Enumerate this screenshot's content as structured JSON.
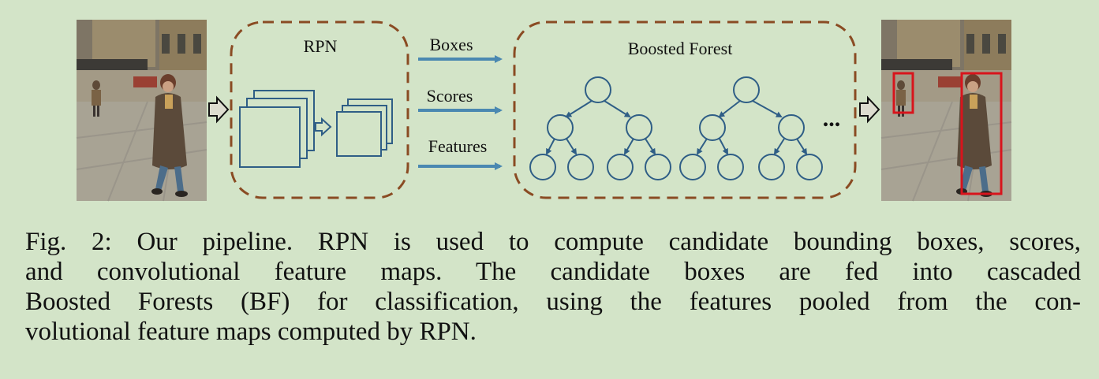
{
  "diagram": {
    "rpn_label": "RPN",
    "forest_label": "Boosted Forest",
    "arrow_labels": [
      "Boxes",
      "Scores",
      "Features"
    ],
    "ellipsis": "...",
    "colors": {
      "background": "#d3e4c8",
      "dashed_box": "#8a4b23",
      "network": "#2f5e86",
      "arrow": "#4a88b1",
      "detection_box": "#d8141c"
    },
    "input_image": "street-scene-woman-walking",
    "output_image": "street-scene-with-two-detections"
  },
  "caption": {
    "lines": [
      "Fig. 2: Our pipeline. RPN is used to compute candidate bounding boxes, scores,",
      "and convolutional feature maps. The candidate boxes are fed into cascaded",
      "Boosted Forests (BF) for classification, using the features pooled from the con-",
      "volutional feature maps computed by RPN."
    ]
  }
}
